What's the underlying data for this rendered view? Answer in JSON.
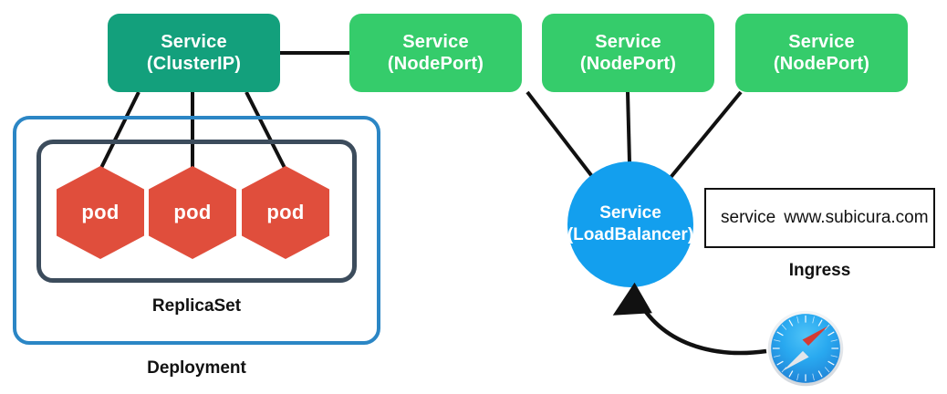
{
  "diagram": {
    "title": "Kubernetes Service Types and Ingress Architecture",
    "colors": {
      "cluster_ip_green": "#13A07C",
      "node_port_green": "#35CC6B",
      "load_balancer_blue": "#139FEE",
      "pod_red": "#E04E3C",
      "deployment_border_blue": "#2B86C5",
      "replicaset_border_slate": "#3C4C5C",
      "connector_black": "#111111",
      "ingress_border": "#111111",
      "background": "#FFFFFF"
    }
  },
  "services": {
    "cluster_ip": {
      "line1": "Service",
      "line2": "(ClusterIP)"
    },
    "node_ports": [
      {
        "line1": "Service",
        "line2": "(NodePort)"
      },
      {
        "line1": "Service",
        "line2": "(NodePort)"
      },
      {
        "line1": "Service",
        "line2": "(NodePort)"
      }
    ],
    "load_balancer": {
      "line1": "Service",
      "line2": "(LoadBalancer)"
    }
  },
  "workload": {
    "deployment_label": "Deployment",
    "replicaset_label": "ReplicaSet",
    "pods": [
      {
        "label": "pod"
      },
      {
        "label": "pod"
      },
      {
        "label": "pod"
      }
    ]
  },
  "ingress": {
    "box_label_left": "service",
    "box_label_right": "www.subicura.com",
    "caption": "Ingress"
  },
  "client": {
    "icon": "safari-browser-icon"
  }
}
